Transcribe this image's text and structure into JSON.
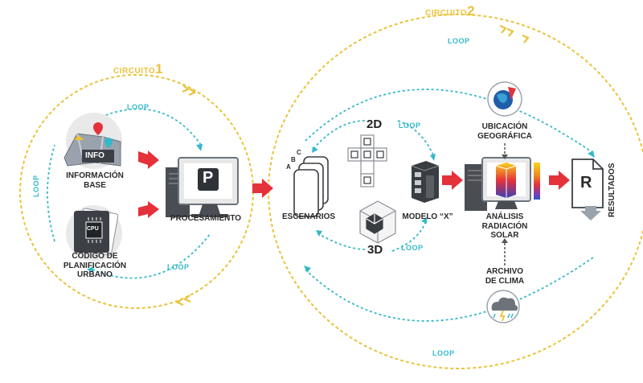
{
  "colors": {
    "circuit": "#e9c33c",
    "loop": "#34b9c9",
    "arrow": "#e5313a",
    "text": "#2a2a2a"
  },
  "circuit1": {
    "word": "CIRCUITO",
    "number": "1"
  },
  "circuit2": {
    "word": "CIRCUITO",
    "number": "2"
  },
  "loop_label": "LOOP",
  "nodes": {
    "informacion_base": {
      "line1": "INFORMACIÓN",
      "line2": "BASE",
      "icon_text": "INFO"
    },
    "codigo": {
      "line1": "CÓDIGO DE",
      "line2": "PLANIFICACIÓN",
      "line3": "URBANO",
      "icon_text": "CPU"
    },
    "procesamiento": {
      "label": "PROCESAMIENTO",
      "icon_text": "P"
    },
    "escenarios": {
      "label": "ESCENARIOS",
      "sheets": [
        "A",
        "B",
        "C"
      ]
    },
    "view_2d": "2D",
    "view_3d": "3D",
    "modelo": {
      "label": "MODELO “X”"
    },
    "ubicacion": {
      "line1": "UBICACIÓN",
      "line2": "GEOGRÁFICA"
    },
    "analisis": {
      "line1": "ANÁLISIS",
      "line2": "RADIACIÓN",
      "line3": "SOLAR"
    },
    "archivo": {
      "line1": "ARCHIVO",
      "line2": "DE CLIMA"
    },
    "resultados": {
      "label": "RESULTADOS",
      "icon_text": "R"
    }
  }
}
